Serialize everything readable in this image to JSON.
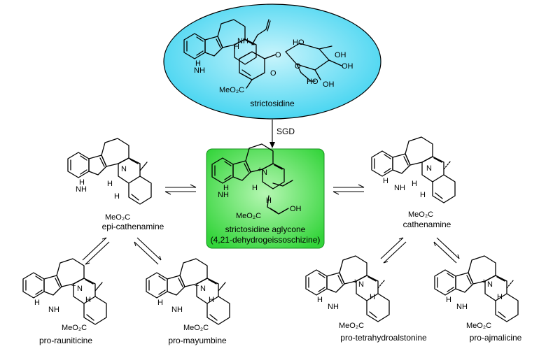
{
  "scheme": {
    "top_compound": "strictosidine",
    "enzyme": "SGD",
    "center": {
      "line1": "strictosidine aglycone",
      "line2": "(4,21-dehydrogeissoschizine)"
    },
    "left_mid": "epi-cathenamine",
    "right_mid": "cathenamine",
    "bottom": [
      "pro-rauniticine",
      "pro-mayumbine",
      "pro-tetrahydroalstonine",
      "pro-ajmalicine"
    ],
    "atoms": {
      "nh": "NH",
      "h": "H",
      "n": "N",
      "n_plus": "N",
      "plus": "+",
      "o": "O",
      "oh": "OH",
      "ho": "HO",
      "meo2c": "MeO₂C"
    },
    "colors": {
      "ellipse_fill": "#3fd3f0",
      "ellipse_inner": "#c8f4fc",
      "center_fill": "#33d43a",
      "center_inner": "#b6f7b3"
    }
  }
}
